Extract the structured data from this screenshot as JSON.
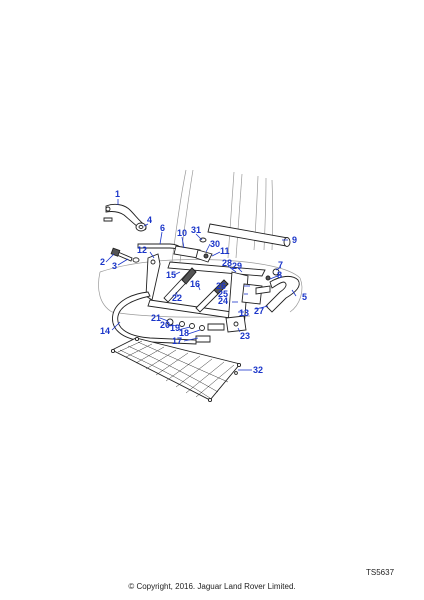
{
  "diagram": {
    "callouts": [
      {
        "id": "1",
        "label": "1"
      },
      {
        "id": "2",
        "label": "2"
      },
      {
        "id": "3",
        "label": "3"
      },
      {
        "id": "4",
        "label": "4"
      },
      {
        "id": "5",
        "label": "5"
      },
      {
        "id": "6",
        "label": "6"
      },
      {
        "id": "7",
        "label": "7"
      },
      {
        "id": "8",
        "label": "8"
      },
      {
        "id": "9",
        "label": "9"
      },
      {
        "id": "10",
        "label": "10"
      },
      {
        "id": "11",
        "label": "11"
      },
      {
        "id": "12",
        "label": "12"
      },
      {
        "id": "13",
        "label": "13"
      },
      {
        "id": "14",
        "label": "14"
      },
      {
        "id": "15",
        "label": "15"
      },
      {
        "id": "16",
        "label": "16"
      },
      {
        "id": "17",
        "label": "17"
      },
      {
        "id": "18",
        "label": "18"
      },
      {
        "id": "19",
        "label": "19"
      },
      {
        "id": "20",
        "label": "20"
      },
      {
        "id": "21",
        "label": "21"
      },
      {
        "id": "22",
        "label": "22"
      },
      {
        "id": "23",
        "label": "23"
      },
      {
        "id": "24",
        "label": "24"
      },
      {
        "id": "25",
        "label": "25"
      },
      {
        "id": "26",
        "label": "26"
      },
      {
        "id": "27",
        "label": "27"
      },
      {
        "id": "28",
        "label": "28"
      },
      {
        "id": "29",
        "label": "29"
      },
      {
        "id": "30",
        "label": "30"
      },
      {
        "id": "31",
        "label": "31"
      },
      {
        "id": "32",
        "label": "32"
      }
    ],
    "callout_color": "#1a35c9"
  },
  "footer": {
    "ref_code": "TS5637",
    "copyright": "© Copyright, 2016. Jaguar Land Rover Limited."
  }
}
